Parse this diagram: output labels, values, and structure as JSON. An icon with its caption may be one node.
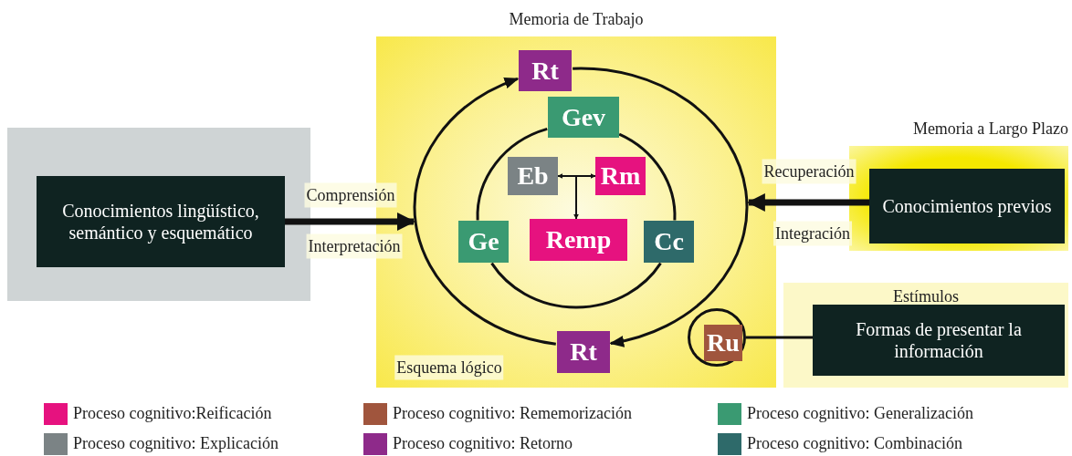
{
  "diagram": {
    "nodes": [
      {
        "text": [],
        "shape": "box"
      },
      {
        "text": [
          "Conocimientos lingüístico, semántico y esquemático"
        ],
        "in": 0
      },
      {
        "text": [
          "Memoria de Trabajo"
        ]
      },
      {
        "text": [
          "Rt"
        ],
        "in": 2
      },
      {
        "text": [
          "Gev"
        ],
        "in": 2
      },
      {
        "text": [
          "Eb"
        ],
        "in": 2
      },
      {
        "text": [
          "Rm"
        ],
        "in": 2
      },
      {
        "text": [
          "Ge"
        ],
        "in": 2
      },
      {
        "text": [
          "Remp"
        ],
        "in": 2
      },
      {
        "text": [
          "Cc"
        ],
        "in": 2
      },
      {
        "text": [
          "Rt"
        ],
        "in": 2
      },
      {
        "text": [
          "Memoria a Largo Plazo"
        ]
      },
      {
        "text": [
          "Conocimientos previos"
        ],
        "in": 11
      },
      {
        "text": [],
        "shape": "circle",
        "in": 2
      },
      {
        "text": [
          "Ru"
        ],
        "in": 13
      },
      {
        "text": [
          "Estímulos"
        ]
      },
      {
        "text": [
          "Formas de presentar la información"
        ],
        "in": 15
      }
    ],
    "edges": [
      {
        "from": 1,
        "to": 2,
        "arrow": "to",
        "label": "Comprensión",
        "style": "thick"
      },
      {
        "from": 12,
        "to": 2,
        "arrow": "to",
        "label": "Recuperación",
        "style": "thick"
      },
      {
        "from": 10,
        "to": 3,
        "arrow": "to"
      },
      {
        "from": 3,
        "to": 10,
        "arrow": "to"
      },
      {
        "from": 4,
        "to": 9,
        "arrow": "none"
      },
      {
        "from": 9,
        "to": 7,
        "arrow": "none"
      },
      {
        "from": 7,
        "to": 4,
        "arrow": "none"
      },
      {
        "from": 5,
        "to": 6,
        "arrow": "both"
      },
      {
        "from": null,
        "to": 8,
        "arrow": "to"
      },
      {
        "from": 16,
        "to": 13,
        "arrow": "none"
      }
    ],
    "labels": [
      "Interpretación",
      "Integración",
      "Esquema lógico"
    ],
    "legend": [
      {
        "text": "Proceso cognitivo:Reificación",
        "color": "#e6127f"
      },
      {
        "text": "Proceso cognitivo: Rememorización",
        "color": "#a0553d"
      },
      {
        "text": "Proceso cognitivo: Generalización",
        "color": "#3a9a72"
      },
      {
        "text": "Proceso cognitivo: Explicación",
        "color": "#7b8385"
      },
      {
        "text": "Proceso cognitivo: Retorno",
        "color": "#8e2a8a"
      },
      {
        "text": "Proceso cognitivo: Combinación",
        "color": "#2e6a6a"
      }
    ]
  }
}
